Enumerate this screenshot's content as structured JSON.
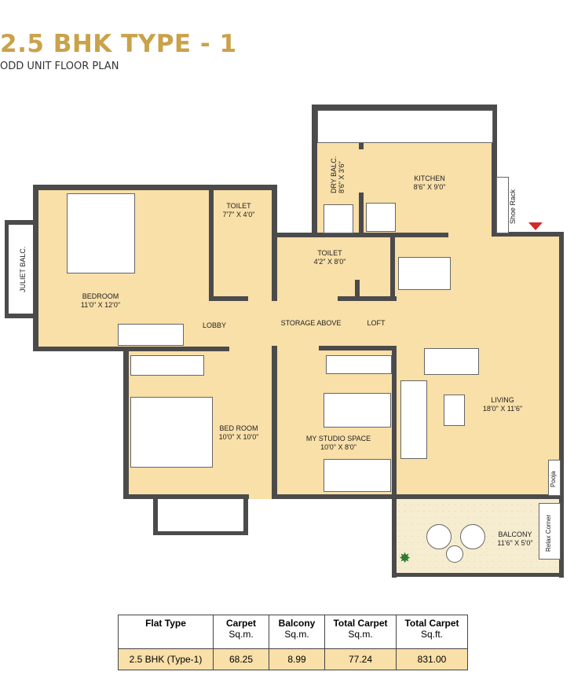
{
  "header": {
    "title": "2.5 BHK TYPE - 1",
    "subtitle": "ODD UNIT FLOOR PLAN"
  },
  "rooms": {
    "juliet": "JULIET BALC.",
    "bedroom": {
      "name": "BEDROOM",
      "size": "11'0\" X 12'0\""
    },
    "toilet1": {
      "name": "TOILET",
      "size": "7'7\" X 4'0\""
    },
    "toilet2": {
      "name": "TOILET",
      "size": "4'2\" X 8'0\""
    },
    "dry_balc": {
      "name": "DRY BALC.",
      "size": "8'6\" X 3'6\""
    },
    "kitchen": {
      "name": "KITCHEN",
      "size": "8'6\" X 9'0\""
    },
    "shoe_rack": "Shoe Rack",
    "lobby": "LOBBY",
    "storage": "STORAGE ABOVE",
    "loft": "LOFT",
    "bedroom2": {
      "name": "BED ROOM",
      "size": "10'0\" X 10'0\""
    },
    "studio": {
      "name": "MY STUDIO SPACE",
      "size": "10'0\" X 8'0\""
    },
    "living": {
      "name": "LIVING",
      "size": "18'0\" X 11'6\""
    },
    "pooja": "Pooja",
    "balcony": {
      "name": "BALCONY",
      "size": "11'6\" X 5'0\""
    },
    "relax": "Relax Corner"
  },
  "entry_marker_color": "#d62828",
  "table": {
    "headers": [
      {
        "t": "Flat Type",
        "u": ""
      },
      {
        "t": "Carpet",
        "u": "Sq.m."
      },
      {
        "t": "Balcony",
        "u": "Sq.m."
      },
      {
        "t": "Total Carpet",
        "u": "Sq.m."
      },
      {
        "t": "Total Carpet",
        "u": "Sq.ft."
      }
    ],
    "row": [
      "2.5 BHK (Type-1)",
      "68.25",
      "8.99",
      "77.24",
      "831.00"
    ]
  }
}
